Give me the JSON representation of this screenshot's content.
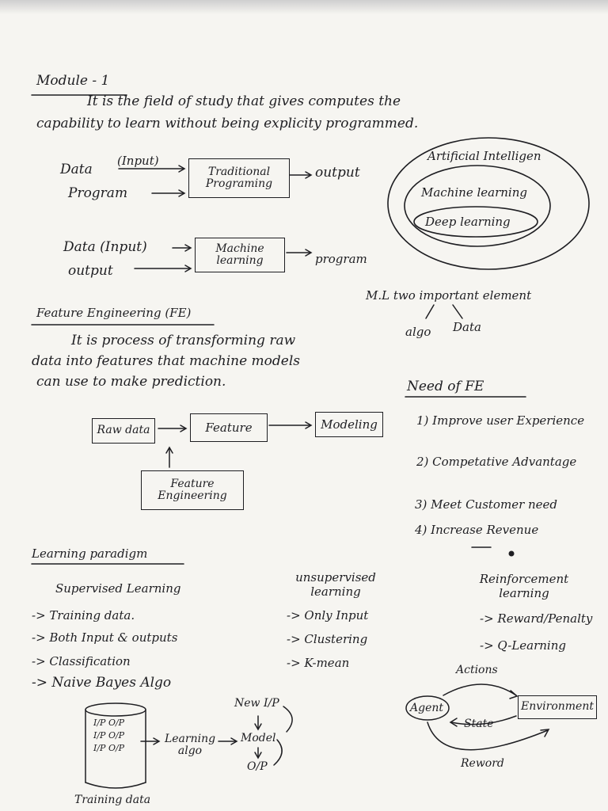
{
  "module_title": "Module - 1",
  "definition": {
    "line1": "It is the field of study that gives computes the",
    "line2": "capability to learn without being explicity programmed."
  },
  "traditional": {
    "data": "Data",
    "input": "(Input)",
    "program": "Program",
    "box": "Traditional Programing",
    "output": "output"
  },
  "ml_flow": {
    "data": "Data (Input)",
    "output": "output",
    "box": "Machine learning",
    "program": "program"
  },
  "ai_nested": {
    "outer": "Artificial Intelligen",
    "middle": "Machine learning",
    "inner": "Deep learning"
  },
  "ml_elements": {
    "title": "M.L two important element",
    "left": "algo",
    "right": "Data"
  },
  "feature_engineering": {
    "heading": "Feature Engineering (FE)",
    "line1": "It is process of transforming raw",
    "line2": "data into features that machine models",
    "line3": "can use to make prediction."
  },
  "fe_flow": {
    "raw": "Raw data",
    "feature": "Feature",
    "modeling": "Modeling",
    "fe_box": "Feature Engineering"
  },
  "need_of_fe": {
    "heading": "Need of FE",
    "items": [
      "1) Improve user Experience",
      "2) Competative Advantage",
      "3) Meet Customer need",
      "4) Increase Revenue"
    ]
  },
  "learning_paradigm": {
    "heading": "Learning paradigm",
    "supervised": {
      "title": "Supervised Learning",
      "items": [
        "-> Training data.",
        "-> Both Input & outputs",
        "-> Classification",
        "-> Naive Bayes Algo"
      ]
    },
    "unsupervised": {
      "title": "unsupervised learning",
      "items": [
        "-> Only Input",
        "-> Clustering",
        "-> K-mean"
      ]
    },
    "reinforcement": {
      "title": "Reinforcement learning",
      "items": [
        "-> Reward/Penalty",
        "-> Q-Learning"
      ]
    }
  },
  "training_diagram": {
    "rows": [
      "I/P  O/P",
      "I/P  O/P",
      "I/P  O/P"
    ],
    "learning": "Learning algo",
    "new_ip": "New I/P",
    "model": "Model",
    "op": "O/P",
    "caption": "Training data"
  },
  "rl_diagram": {
    "actions": "Actions",
    "agent": "Agent",
    "environment": "Environment",
    "state": "State",
    "reward": "Reword"
  }
}
